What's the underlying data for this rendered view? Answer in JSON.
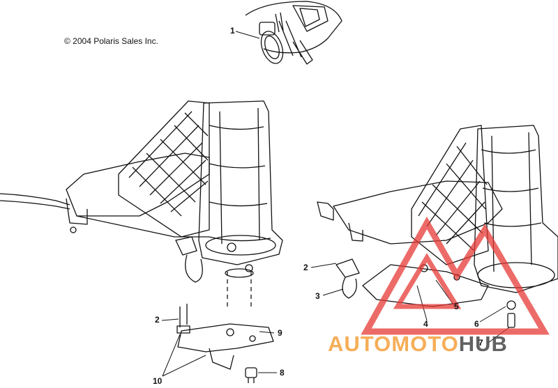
{
  "copyright": "© 2004 Polaris Sales Inc.",
  "callouts": [
    "1",
    "2",
    "2",
    "3",
    "4",
    "5",
    "6",
    "7",
    "8",
    "9",
    "10"
  ],
  "watermark": {
    "part1": "AUTOMOTO",
    "part2": "HUB",
    "color_orange": "#f5a03c",
    "color_red": "#e53935",
    "color_dark": "#464646"
  }
}
